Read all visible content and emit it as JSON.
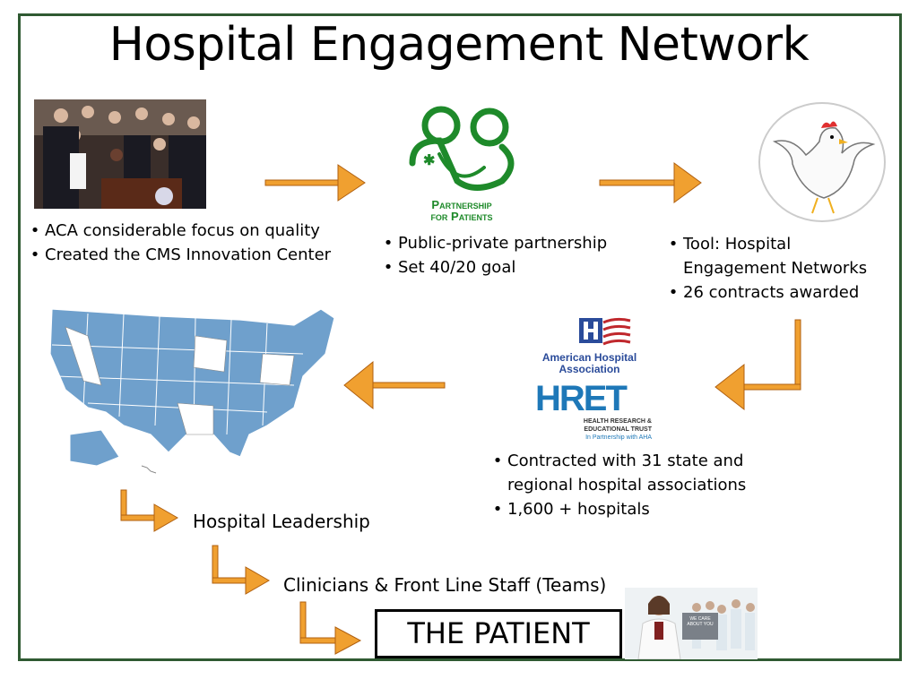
{
  "title": "Hospital Engagement Network",
  "aca": {
    "bullets": [
      "ACA considerable focus on quality",
      "Created the CMS Innovation Center"
    ]
  },
  "partnership": {
    "logo_text_1": "Partnership",
    "logo_text_2": "for Patients",
    "bullets": [
      "Public-private partnership",
      "Set 40/20 goal"
    ]
  },
  "tool": {
    "bullets": [
      "Tool: Hospital Engagement Networks",
      "26 contracts awarded"
    ]
  },
  "aha": {
    "logo_line_1": "American Hospital",
    "logo_line_2": "Association",
    "hret": "HRET",
    "hret_sub_1": "HEALTH RESEARCH &",
    "hret_sub_2": "EDUCATIONAL TRUST",
    "hret_sub_3": "In Partnership with AHA",
    "bullets": [
      "Contracted with 31 state and regional hospital associations",
      "1,600 + hospitals"
    ]
  },
  "cascade": {
    "level1": "Hospital Leadership",
    "level2": "Clinicians & Front Line Staff (Teams)",
    "level3": "THE PATIENT",
    "photo_sign": "WE CARE ABOUT YOU"
  },
  "colors": {
    "frame": "#2f5a32",
    "arrow": "#f0a030",
    "arrow_outline": "#b06010",
    "map_fill": "#6fa0cc",
    "logo_green": "#1e8a2a",
    "aha_blue": "#2a4b9a",
    "hret_blue": "#1e78b8"
  }
}
